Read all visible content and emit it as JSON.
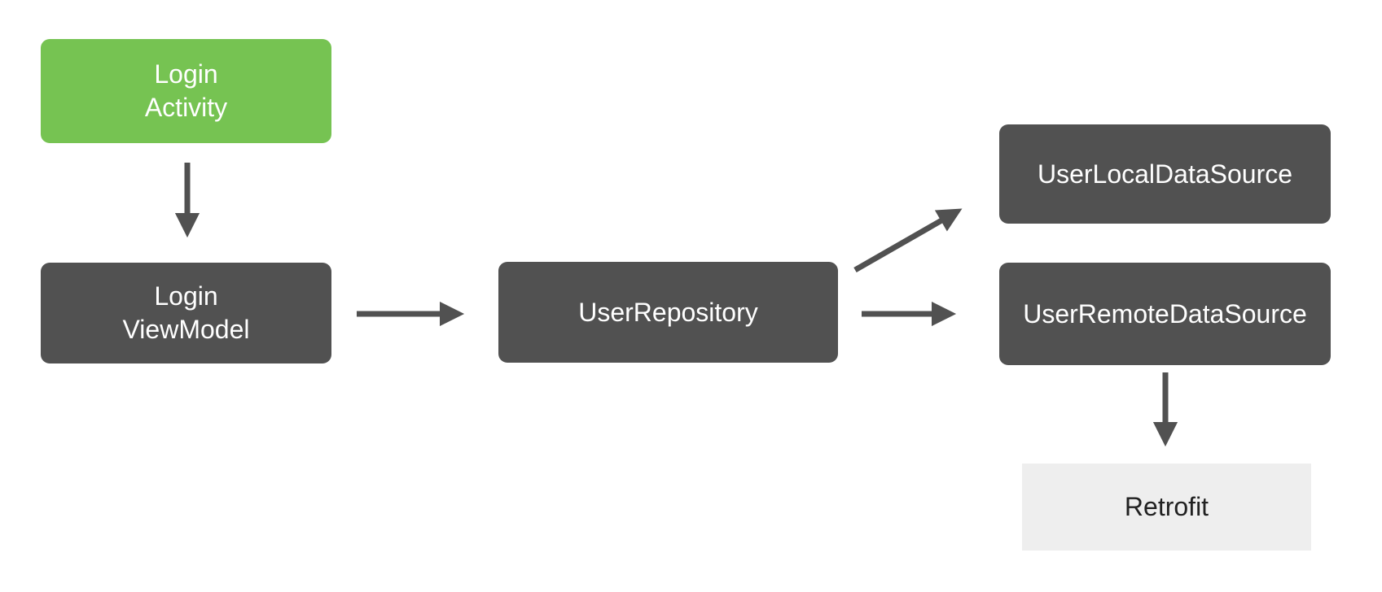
{
  "colors": {
    "background": "#FFFFFF",
    "green": "#76C352",
    "dark": "#515151",
    "light": "#EEEEEE",
    "arrow": "#515151",
    "text_light": "#FFFFFF",
    "text_dark": "#212121"
  },
  "nodes": {
    "login_activity": {
      "label": "Login\nActivity",
      "color": "#76C352"
    },
    "login_viewmodel": {
      "label": "Login\nViewModel",
      "color": "#515151"
    },
    "user_repository": {
      "label": "UserRepository",
      "color": "#515151"
    },
    "user_local_data_source": {
      "label": "UserLocalDataSource",
      "color": "#515151"
    },
    "user_remote_data_source": {
      "label": "UserRemoteDataSource",
      "color": "#515151"
    },
    "retrofit": {
      "label": "Retrofit",
      "color": "#EEEEEE"
    }
  },
  "edges": [
    {
      "from": "login_activity",
      "to": "login_viewmodel",
      "direction": "down"
    },
    {
      "from": "login_viewmodel",
      "to": "user_repository",
      "direction": "right"
    },
    {
      "from": "user_repository",
      "to": "user_local_data_source",
      "direction": "up-right"
    },
    {
      "from": "user_repository",
      "to": "user_remote_data_source",
      "direction": "right"
    },
    {
      "from": "user_remote_data_source",
      "to": "retrofit",
      "direction": "down"
    }
  ]
}
